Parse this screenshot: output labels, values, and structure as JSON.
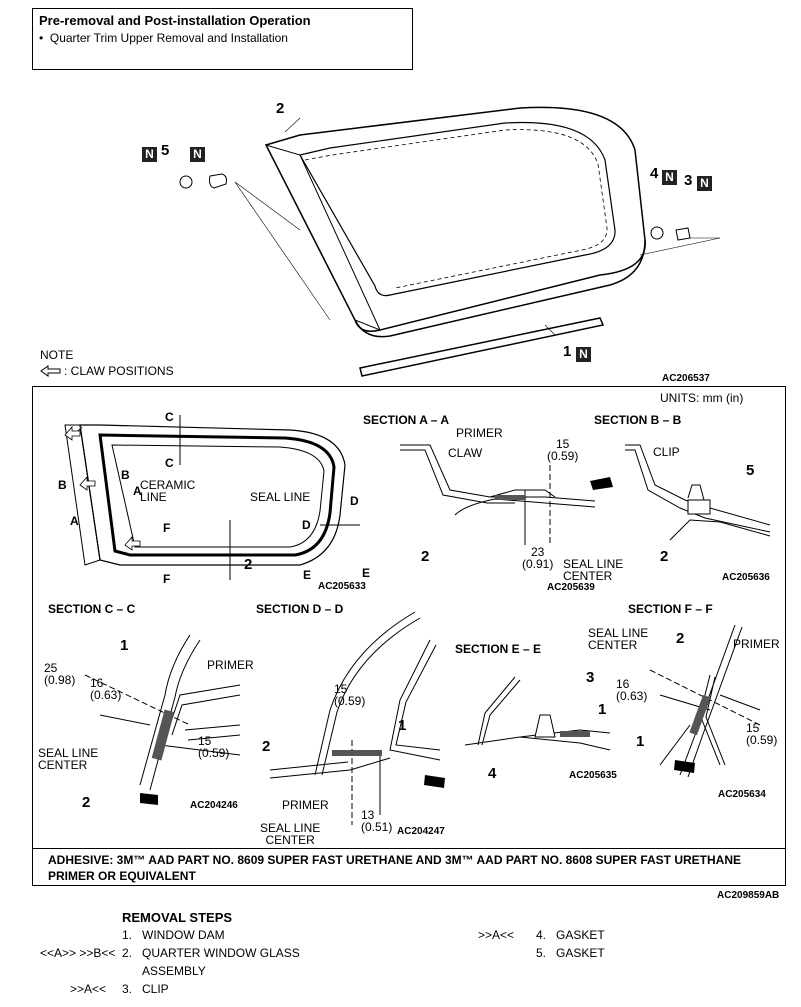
{
  "header": {
    "title": "Pre-removal and Post-installation Operation",
    "bullet": "Quarter Trim Upper Removal and Installation"
  },
  "top_figure": {
    "labels": {
      "n2": "2",
      "n5": "5",
      "n4": "4",
      "n3": "3",
      "n1": "1",
      "badge": "N"
    },
    "note_title": "NOTE",
    "note_text": ": CLAW POSITIONS",
    "code": "AC206537"
  },
  "detail_figure": {
    "units": "UNITS: mm (in)",
    "overview": {
      "ceramic_line": [
        "CERAMIC",
        "LINE"
      ],
      "seal_line": "SEAL LINE",
      "code": "AC205633",
      "letters": [
        "A",
        "A",
        "B",
        "B",
        "C",
        "C",
        "D",
        "D",
        "E",
        "E",
        "F",
        "F",
        "2"
      ]
    },
    "section_aa": {
      "title": "SECTION A – A",
      "primer": "PRIMER",
      "claw": "CLAW",
      "dim15": "15",
      "dim15in": "(0.59)",
      "dim23": "23",
      "dim23in": "(0.91)",
      "seal": [
        "SEAL LINE",
        "CENTER"
      ],
      "part": "2",
      "code": "AC205639"
    },
    "section_bb": {
      "title": "SECTION B – B",
      "clip": "CLIP",
      "part5": "5",
      "part2": "2",
      "code": "AC205636"
    },
    "section_cc": {
      "title": "SECTION C – C",
      "primer": "PRIMER",
      "dim25": "25",
      "dim25in": "(0.98)",
      "dim16": "16",
      "dim16in": "(0.63)",
      "dim15": "15",
      "dim15in": "(0.59)",
      "seal": [
        "SEAL LINE",
        "CENTER"
      ],
      "part1": "1",
      "part2": "2",
      "code": "AC204246"
    },
    "section_dd": {
      "title": "SECTION D – D",
      "dim15": "15",
      "dim15in": "(0.59)",
      "dim13": "13",
      "dim13in": "(0.51)",
      "primer": "PRIMER",
      "seal": [
        "SEAL LINE",
        "CENTER"
      ],
      "part1": "1",
      "part2": "2",
      "code": "AC204247"
    },
    "section_ee": {
      "title": "SECTION E – E",
      "part3": "3",
      "part1": "1",
      "part4": "4",
      "code": "AC205635"
    },
    "section_ff": {
      "title": "SECTION F – F",
      "seal": [
        "SEAL LINE",
        "CENTER"
      ],
      "primer": "PRIMER",
      "dim16": "16",
      "dim16in": "(0.63)",
      "dim15": "15",
      "dim15in": "(0.59)",
      "part2": "2",
      "part1": "1",
      "code": "AC205634"
    },
    "adhesive": "ADHESIVE: 3M™ AAD PART NO. 8609 SUPER FAST URETHANE AND 3M™ AAD PART NO. 8608 SUPER FAST URETHANE PRIMER OR EQUIVALENT",
    "code": "AC209859AB"
  },
  "removal": {
    "title": "REMOVAL STEPS",
    "left_steps": [
      {
        "marks": "",
        "num": "1.",
        "text": "WINDOW DAM"
      },
      {
        "marks": "<<A>>  >>B<<",
        "num": "2.",
        "text": "QUARTER WINDOW GLASS"
      },
      {
        "marks": "",
        "num": "",
        "text": "ASSEMBLY"
      },
      {
        "marks": ">>A<<",
        "num": "3.",
        "text": "CLIP"
      }
    ],
    "right_steps": [
      {
        "marks": ">>A<<",
        "num": "4.",
        "text": "GASKET"
      },
      {
        "marks": "",
        "num": "5.",
        "text": "GASKET"
      }
    ]
  }
}
